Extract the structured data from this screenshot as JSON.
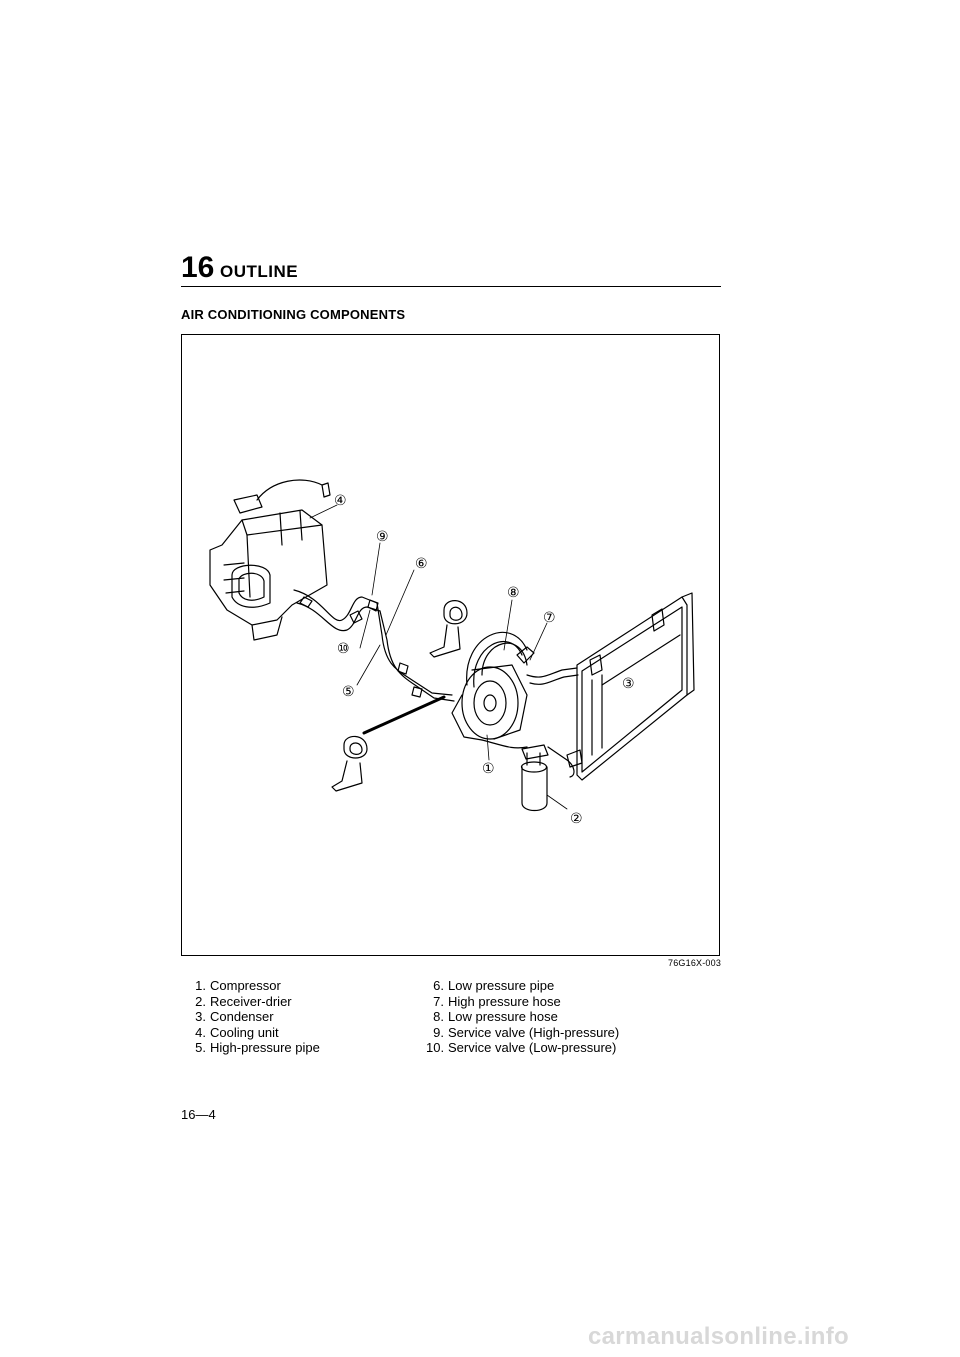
{
  "header": {
    "chapter_number": "16",
    "chapter_title": "OUTLINE"
  },
  "section_title": "AIR CONDITIONING COMPONENTS",
  "figure": {
    "code": "76G16X-003",
    "callouts": [
      "①",
      "②",
      "③",
      "④",
      "⑤",
      "⑥",
      "⑦",
      "⑧",
      "⑨",
      "⑩"
    ]
  },
  "legend": {
    "left": [
      {
        "num": "1.",
        "label": "Compressor"
      },
      {
        "num": "2.",
        "label": "Receiver-drier"
      },
      {
        "num": "3.",
        "label": "Condenser"
      },
      {
        "num": "4.",
        "label": "Cooling unit"
      },
      {
        "num": "5.",
        "label": "High-pressure pipe"
      }
    ],
    "right": [
      {
        "num": "6.",
        "label": "Low pressure pipe"
      },
      {
        "num": "7.",
        "label": "High pressure hose"
      },
      {
        "num": "8.",
        "label": "Low pressure hose"
      },
      {
        "num": "9.",
        "label": "Service valve (High-pressure)"
      },
      {
        "num": "10.",
        "label": "Service valve (Low-pressure)"
      }
    ]
  },
  "page_number": "16—4",
  "watermark": "carmanualsonline.info"
}
